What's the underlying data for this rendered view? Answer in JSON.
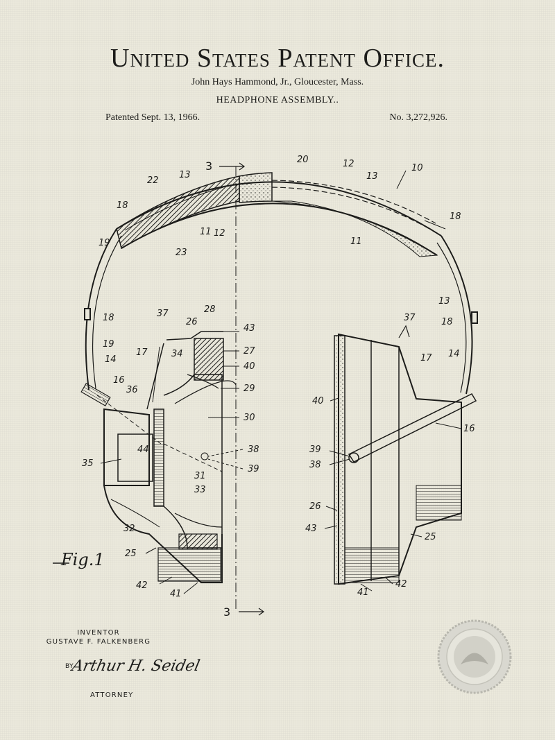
{
  "header": {
    "title": "United States Patent Office.",
    "inventor_line": "John Hays Hammond, Jr., Gloucester, Mass.",
    "assembly": "HEADPHONE ASSEMBLY..",
    "patented": "Patented Sept. 13, 1966.",
    "number": "No. 3,272,926."
  },
  "drawing": {
    "figure_label": "Fig.1",
    "section_mark_top": "3",
    "section_mark_bottom": "3",
    "labels": {
      "l10": "10",
      "l20": "20",
      "l12a": "12",
      "l13a": "13",
      "l18a": "18",
      "l22": "22",
      "l13b": "13",
      "l18b": "18",
      "l11a": "11",
      "l12b": "12",
      "l19a": "19",
      "l23": "23",
      "l11b": "11",
      "l18c": "18",
      "l19b": "19",
      "l14a": "14",
      "l16a": "16",
      "l17a": "17",
      "l37a": "37",
      "l28": "28",
      "l26a": "26",
      "l43a": "43",
      "l34": "34",
      "l27": "27",
      "l40a": "40",
      "l36": "36",
      "l29": "29",
      "l30": "30",
      "l44": "44",
      "l35": "35",
      "l38a": "38",
      "l39a": "39",
      "l31": "31",
      "l33": "33",
      "l32": "32",
      "l25a": "25",
      "l42a": "42",
      "l41a": "41",
      "l13c": "13",
      "l18d": "18",
      "l14b": "14",
      "l37b": "37",
      "l17b": "17",
      "l40b": "40",
      "l16b": "16",
      "l39b": "39",
      "l38b": "38",
      "l26b": "26",
      "l43b": "43",
      "l25b": "25",
      "l42b": "42",
      "l41b": "41"
    }
  },
  "footer": {
    "inventor_heading": "INVENTOR",
    "inventor_name": "GUSTAVE F. FALKENBERG",
    "by": "BY",
    "signature": "Arthur H. Seidel",
    "attorney": "ATTORNEY"
  }
}
